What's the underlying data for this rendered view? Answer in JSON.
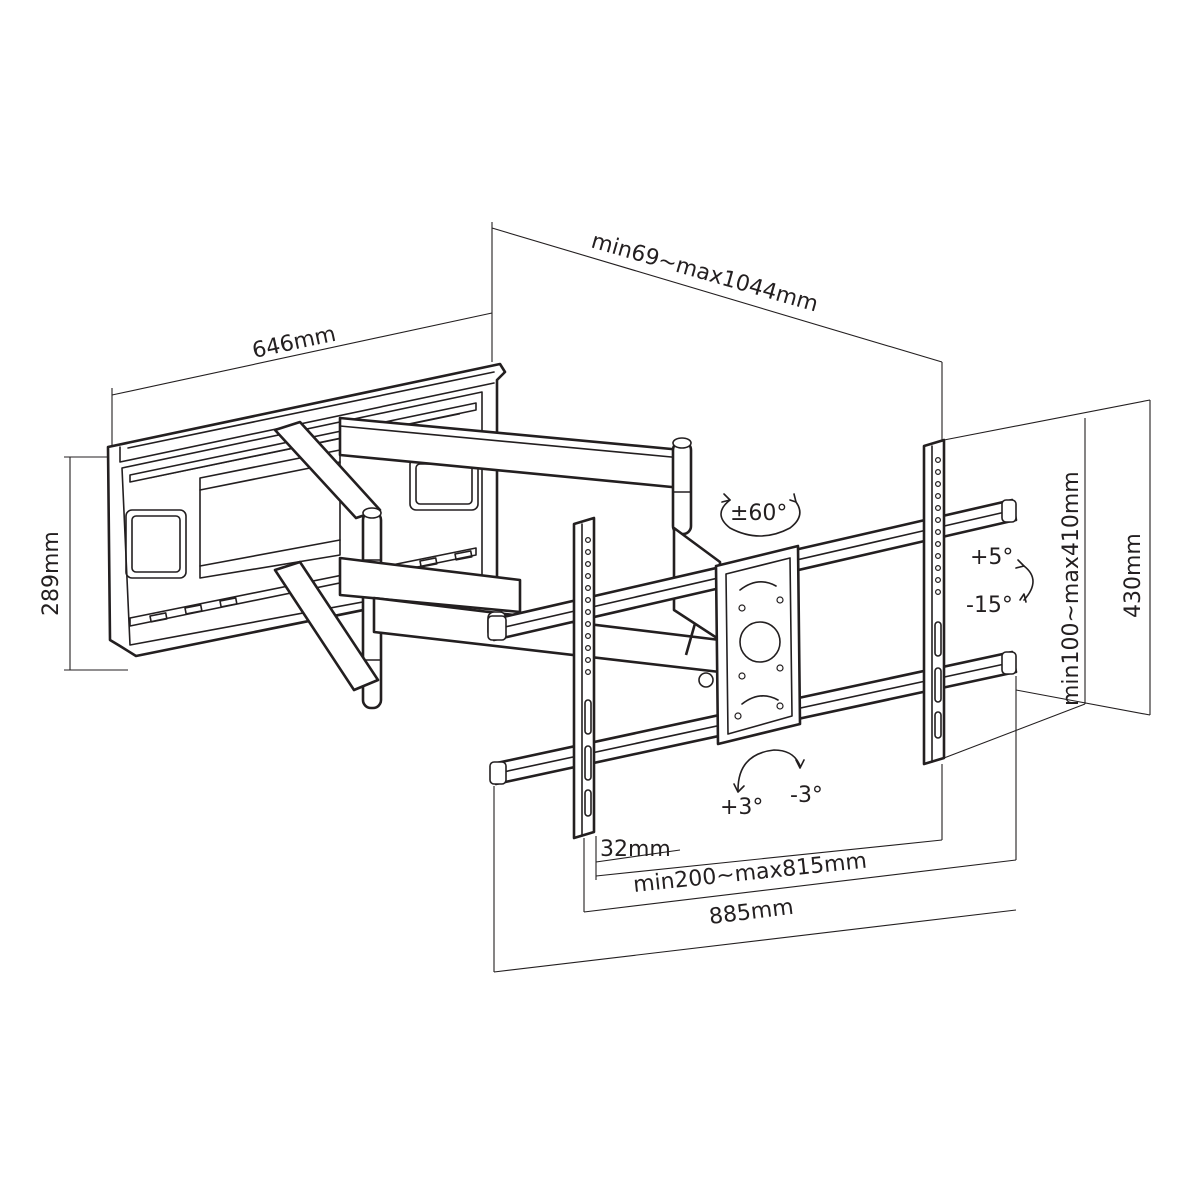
{
  "dimensions": {
    "wall_width": "646mm",
    "wall_height": "289mm",
    "extension": "min69~max1044mm",
    "swivel": "±60°",
    "tilt_up": "+5°",
    "tilt_down": "-15°",
    "vertical_pattern": "min100~max410mm",
    "bracket_height": "430mm",
    "level_plus": "+3°",
    "level_minus": "-3°",
    "arm_gap": "32mm",
    "horizontal_pattern": "min200~max815mm",
    "bracket_width": "885mm"
  },
  "colors": {
    "line": "#231f20",
    "background": "#ffffff"
  }
}
